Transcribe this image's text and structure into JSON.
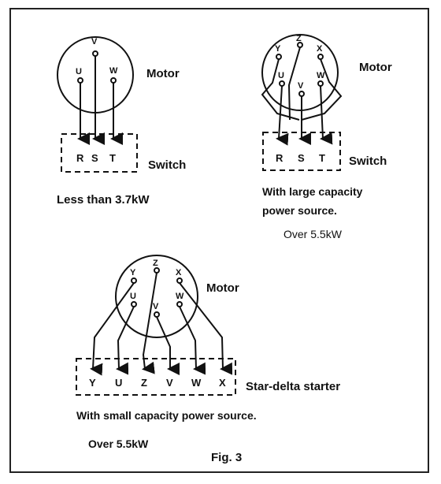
{
  "diagram_a": {
    "motor_label": "Motor",
    "terminals": [
      "V",
      "U",
      "W"
    ],
    "switch_terminals": [
      "R",
      "S",
      "T"
    ],
    "switch_label": "Switch",
    "caption": "Less than 3.7kW"
  },
  "diagram_b": {
    "motor_label": "Motor",
    "terminals": [
      "Z",
      "Y",
      "X",
      "U",
      "V",
      "W"
    ],
    "switch_terminals": [
      "R",
      "S",
      "T"
    ],
    "switch_label": "Switch",
    "caption_line1": "With large capacity",
    "caption_line2": "power source.",
    "caption_line3": "Over 5.5kW"
  },
  "diagram_c": {
    "motor_label": "Motor",
    "terminals": [
      "Z",
      "Y",
      "X",
      "U",
      "W",
      "V"
    ],
    "starter_terminals": [
      "Y",
      "U",
      "Z",
      "V",
      "W",
      "X"
    ],
    "starter_label": "Star-delta starter",
    "caption_line1": "With small capacity power source.",
    "caption_line2": "Over 5.5kW"
  },
  "figure_label": "Fig. 3"
}
